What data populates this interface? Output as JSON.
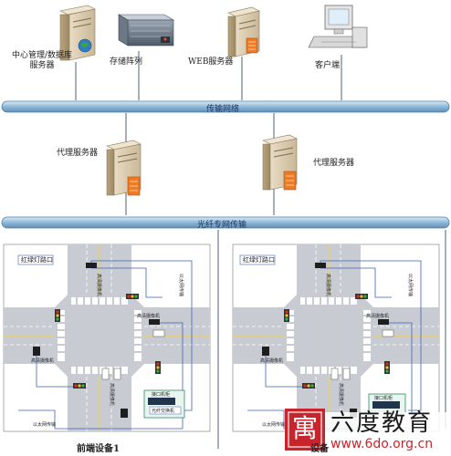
{
  "servers": {
    "center": "中心管理/数据库\n服务器",
    "storage": "存储阵列",
    "web": "WEB服务器",
    "client": "客户端"
  },
  "buses": {
    "transport": "传输网络",
    "fiber": "光纤专网传输"
  },
  "proxies": {
    "left": "代理服务器",
    "right": "代理服务器"
  },
  "intersections": {
    "left": {
      "title": "红绿灯路口",
      "caption": "前端设备1",
      "camera_labels": [
        "高清摄像机",
        "高清摄像机",
        "高清摄像机",
        "高清摄像机"
      ],
      "box_labels": [
        "接口机柜",
        "光纤交换机"
      ],
      "side_labels": [
        "以太网传输",
        "以太网传输"
      ]
    },
    "right": {
      "title": "红绿灯路口",
      "caption": "设备",
      "camera_labels": [
        "高清摄像机",
        "高清摄像机",
        "高清摄像机",
        "高清摄像机"
      ],
      "box_labels": [
        "接口机柜"
      ],
      "side_labels": [
        "以太网传输",
        "以太网传输"
      ]
    }
  },
  "watermark": {
    "logo_char": "寓",
    "name": "六度教育",
    "url": "www.6do.org.cn"
  },
  "colors": {
    "bus": "#8fb8d8",
    "road": "#c8ccd2",
    "accent": "#ee7a22",
    "watermark_red": "#c8242c"
  }
}
